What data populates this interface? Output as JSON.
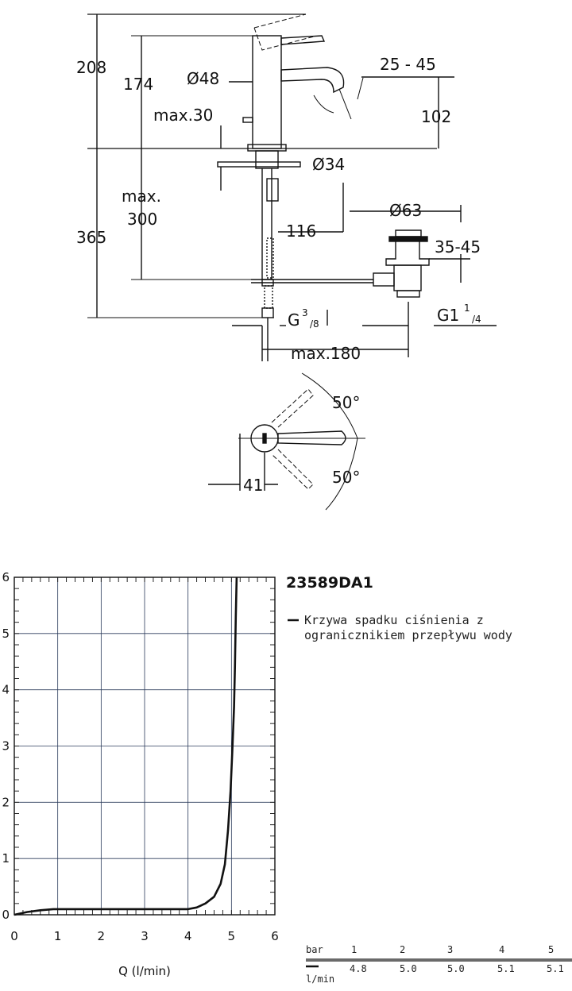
{
  "drawing": {
    "dims": {
      "d208": "208",
      "d174": "174",
      "d48": "Ø48",
      "d25_45": "25 - 45",
      "d102": "102",
      "dmax30": "max.30",
      "d34": "Ø34",
      "dmax": "max.",
      "d300": "300",
      "d365": "365",
      "d116": "116",
      "d63": "Ø63",
      "d35_45": "35-45",
      "g38_main": "G",
      "g38_sup": "3",
      "g38_sub": "/8",
      "g114_main": "G1",
      "g114_sup": "1",
      "g114_sub": "/4",
      "dmax180": "max.180",
      "angle_top": "50°",
      "angle_bottom": "50°",
      "d41": "41"
    }
  },
  "product": {
    "code": "23589DA1",
    "legend_line1": "Krzywa spadku ciśnienia z",
    "legend_line2": "ogranicznikiem przepływu wody"
  },
  "flow_table": {
    "head_label": "bar",
    "row_label": "l/min",
    "bar": [
      "1",
      "2",
      "3",
      "4",
      "5"
    ],
    "lmin": [
      "4.8",
      "5.0",
      "5.0",
      "5.1",
      "5.1"
    ]
  },
  "colors": {
    "line": "#111111",
    "grid": "#2a3a5a",
    "curve": "#111111"
  },
  "chart_data": {
    "type": "line",
    "title": "",
    "xlabel": "Q (l/min)",
    "ylabel": "",
    "xlim": [
      0,
      6
    ],
    "ylim": [
      0,
      6
    ],
    "x_ticks": [
      "0",
      "1",
      "2",
      "3",
      "4",
      "5",
      "6"
    ],
    "y_ticks": [
      "0",
      "1",
      "2",
      "3",
      "4",
      "5",
      "6"
    ],
    "grid": true,
    "series": [
      {
        "name": "Krzywa spadku ciśnienia z ogranicznikiem przepływu wody",
        "points": [
          [
            0,
            0.0
          ],
          [
            0.3,
            0.05
          ],
          [
            0.6,
            0.08
          ],
          [
            0.9,
            0.1
          ],
          [
            1.5,
            0.1
          ],
          [
            2.5,
            0.1
          ],
          [
            3.5,
            0.1
          ],
          [
            4.0,
            0.1
          ],
          [
            4.2,
            0.13
          ],
          [
            4.4,
            0.2
          ],
          [
            4.6,
            0.32
          ],
          [
            4.75,
            0.55
          ],
          [
            4.85,
            0.9
          ],
          [
            4.92,
            1.5
          ],
          [
            4.98,
            2.2
          ],
          [
            5.02,
            2.9
          ],
          [
            5.06,
            3.7
          ],
          [
            5.08,
            4.4
          ],
          [
            5.1,
            5.3
          ],
          [
            5.12,
            6.0
          ]
        ]
      }
    ]
  }
}
